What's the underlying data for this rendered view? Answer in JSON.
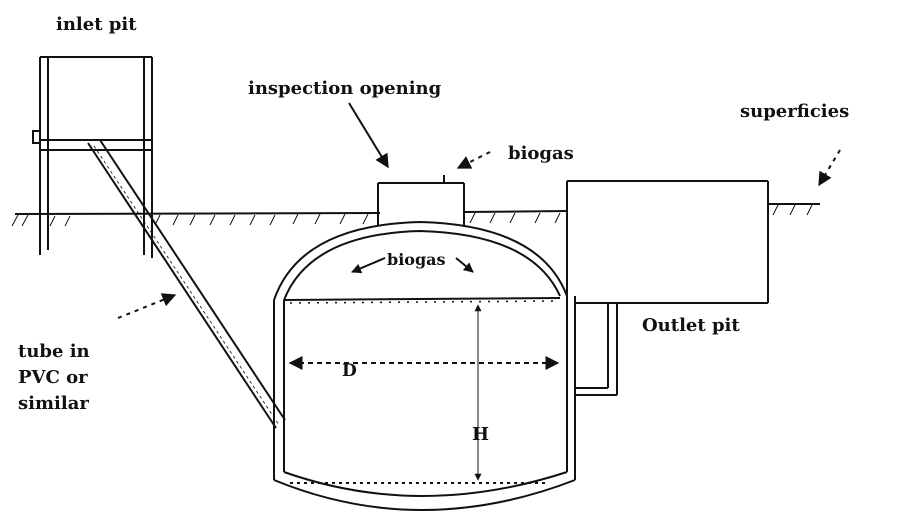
{
  "labels": {
    "inlet_pit": "inlet pit",
    "inspection_opening": "inspection opening",
    "biogas_top": "biogas",
    "superficies": "superficies",
    "biogas_dome": "biogas",
    "outlet_pit": "Outlet pit",
    "tube_line1": "tube in",
    "tube_line2": "PVC or",
    "tube_line3": "similar",
    "dim_d": "D",
    "dim_h": "H"
  },
  "colors": {
    "stroke": "#111111",
    "background": "#ffffff"
  }
}
